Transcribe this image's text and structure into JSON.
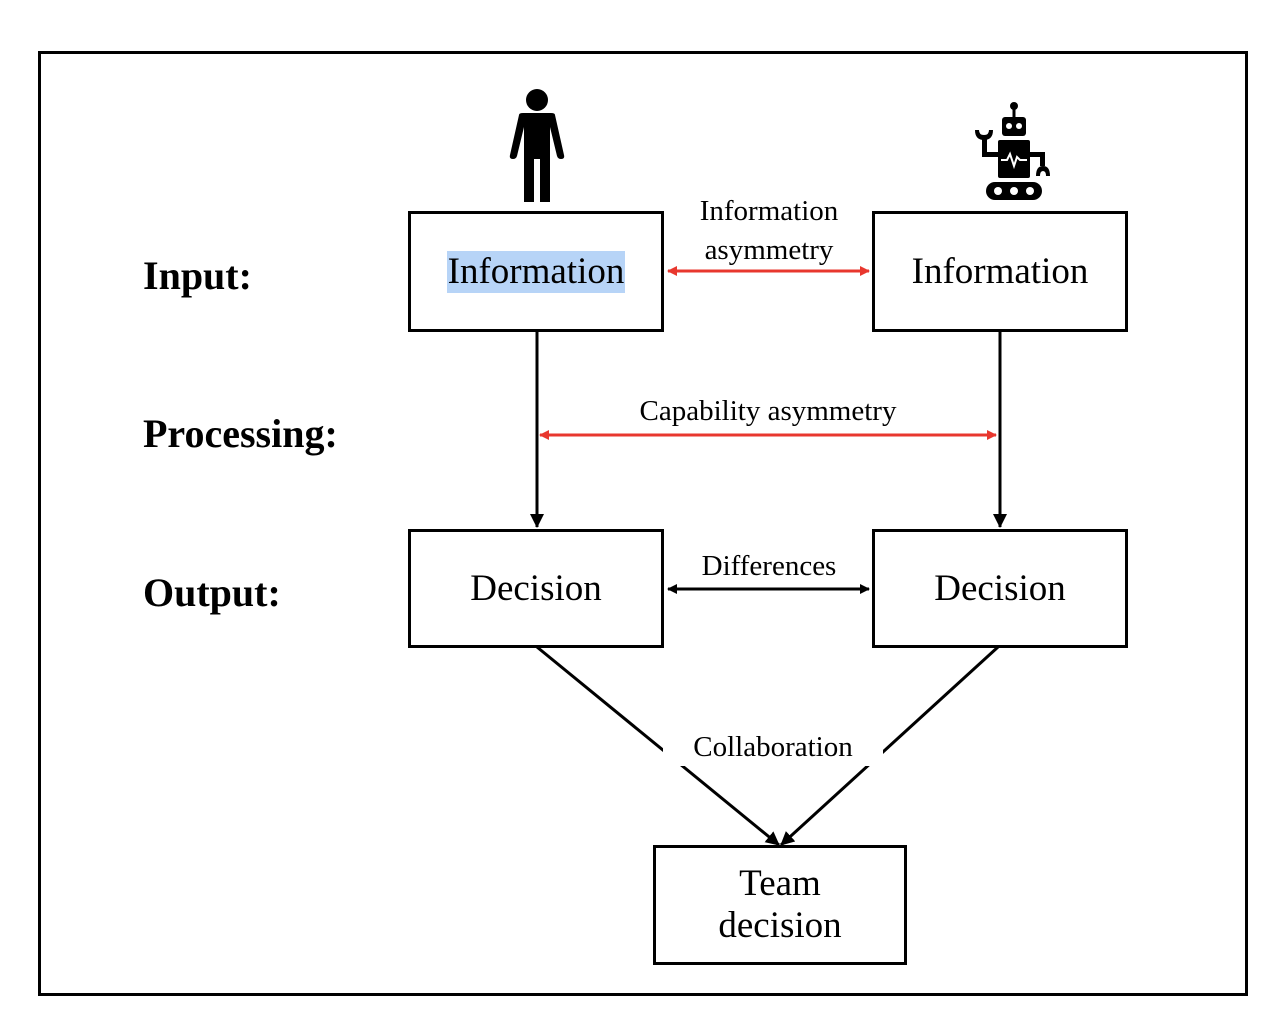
{
  "row_labels": {
    "input": "Input:",
    "processing": "Processing:",
    "output": "Output:"
  },
  "boxes": {
    "human_information": "Information",
    "ai_information": "Information",
    "human_decision": "Decision",
    "ai_decision": "Decision",
    "team_decision_line1": "Team",
    "team_decision_line2": "decision"
  },
  "edge_labels": {
    "information_asymmetry_line1": "Information",
    "information_asymmetry_line2": "asymmetry",
    "capability_asymmetry": "Capability asymmetry",
    "differences": "Differences",
    "collaboration": "Collaboration"
  },
  "icons": {
    "human": "person-icon",
    "ai": "robot-icon"
  },
  "colors": {
    "asymmetry_arrow": "#e8372e",
    "line": "#000000",
    "text_highlight": "#b7d4f7"
  }
}
